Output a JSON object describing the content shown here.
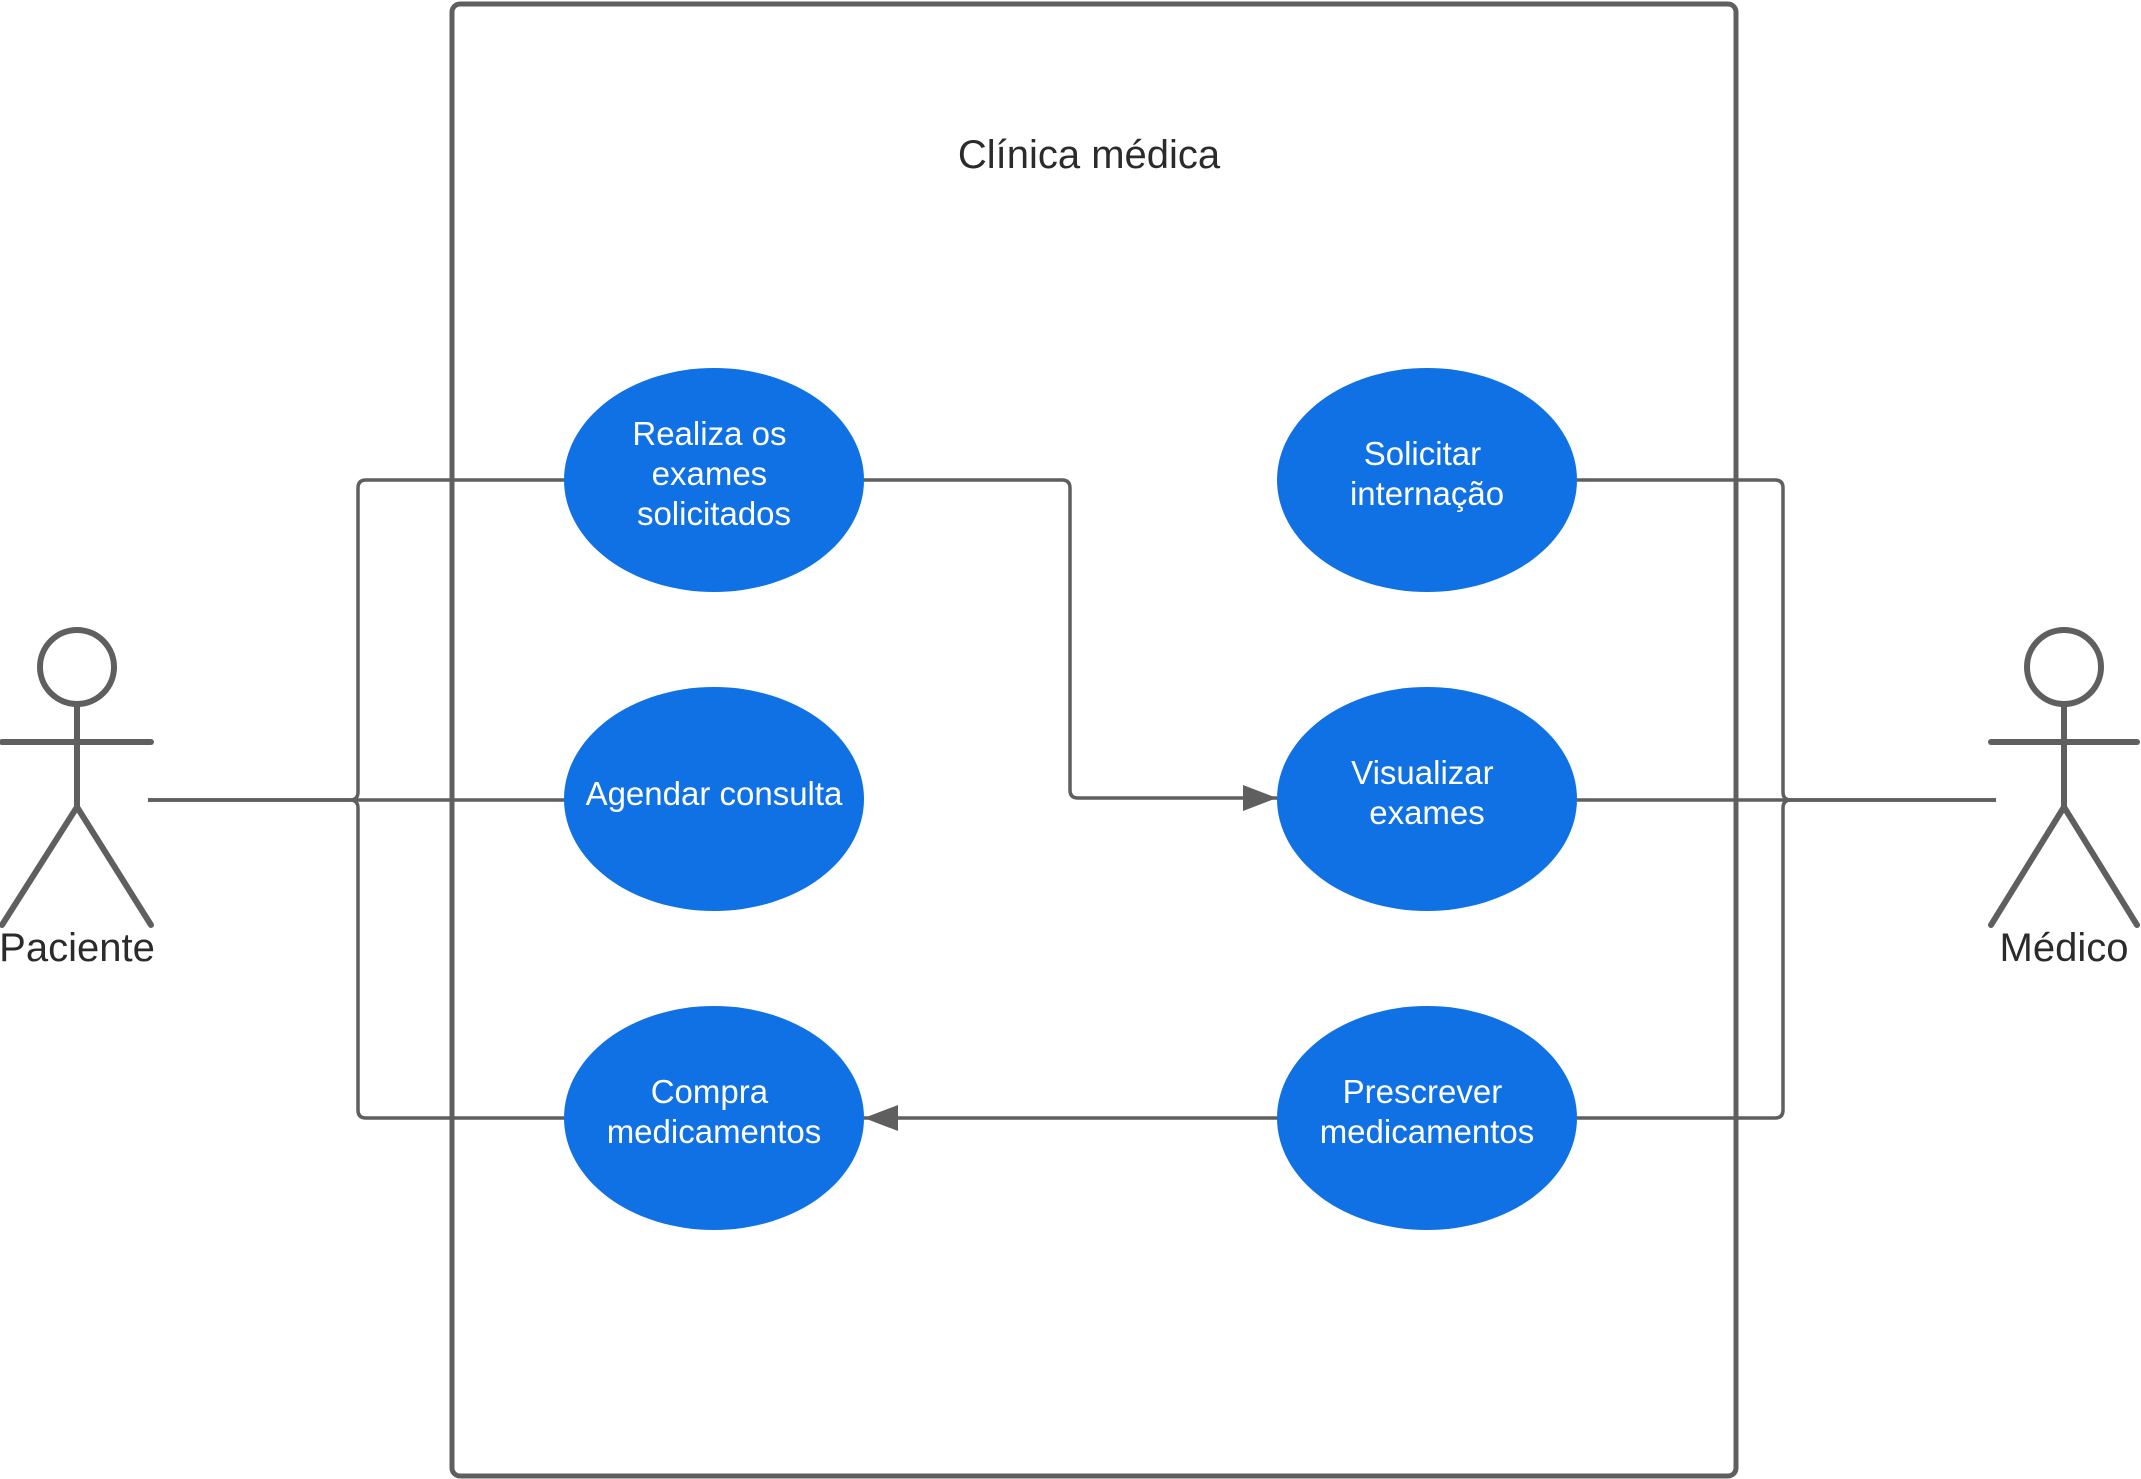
{
  "diagram": {
    "system_title": "Clínica médica",
    "colors": {
      "use_case_fill": "#1071e5",
      "use_case_text": "#ffffff",
      "stroke": "#5f5f5f",
      "text": "#2b2b2b",
      "background": "#ffffff"
    },
    "actors": [
      {
        "id": "paciente",
        "label": "Paciente"
      },
      {
        "id": "medico",
        "label": "Médico"
      }
    ],
    "use_cases": [
      {
        "id": "realiza-exames",
        "lines": [
          "Realiza os",
          "exames",
          "solicitados"
        ]
      },
      {
        "id": "agendar-consulta",
        "lines": [
          "Agendar consulta"
        ]
      },
      {
        "id": "compra-medicamentos",
        "lines": [
          "Compra",
          "medicamentos"
        ]
      },
      {
        "id": "solicitar-internacao",
        "lines": [
          "Solicitar",
          "internação"
        ]
      },
      {
        "id": "visualizar-exames",
        "lines": [
          "Visualizar",
          "exames"
        ]
      },
      {
        "id": "prescrever-medicamentos",
        "lines": [
          "Prescrever",
          "medicamentos"
        ]
      }
    ],
    "associations": [
      {
        "from": "paciente",
        "to": "realiza-exames"
      },
      {
        "from": "paciente",
        "to": "agendar-consulta"
      },
      {
        "from": "paciente",
        "to": "compra-medicamentos"
      },
      {
        "from": "medico",
        "to": "solicitar-internacao"
      },
      {
        "from": "medico",
        "to": "visualizar-exames"
      },
      {
        "from": "medico",
        "to": "prescrever-medicamentos"
      },
      {
        "from": "realiza-exames",
        "to": "visualizar-exames",
        "arrow": true
      },
      {
        "from": "prescrever-medicamentos",
        "to": "compra-medicamentos",
        "arrow": true
      }
    ]
  }
}
